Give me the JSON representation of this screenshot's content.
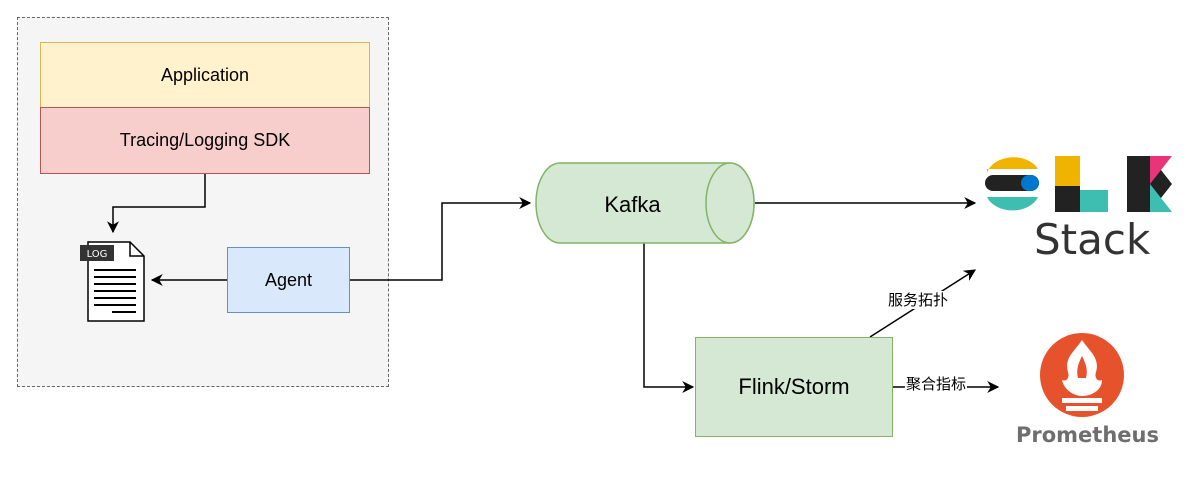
{
  "nodes": {
    "application": "Application",
    "sdk": "Tracing/Logging SDK",
    "agent": "Agent",
    "kafka": "Kafka",
    "flink": "Flink/Storm",
    "log_file_tag": "LOG"
  },
  "edges": {
    "service_topology": "服务拓扑",
    "aggregate_metrics": "聚合指标"
  },
  "logos": {
    "elk_wordmark": "Stack",
    "prometheus_wordmark": "Prometheus",
    "prometheus_color": "#e6522c"
  },
  "colors": {
    "application_fill": "#fff2cc",
    "sdk_fill": "#f8cecc",
    "agent_fill": "#dae8fc",
    "queue_fill": "#d5e8d4"
  }
}
